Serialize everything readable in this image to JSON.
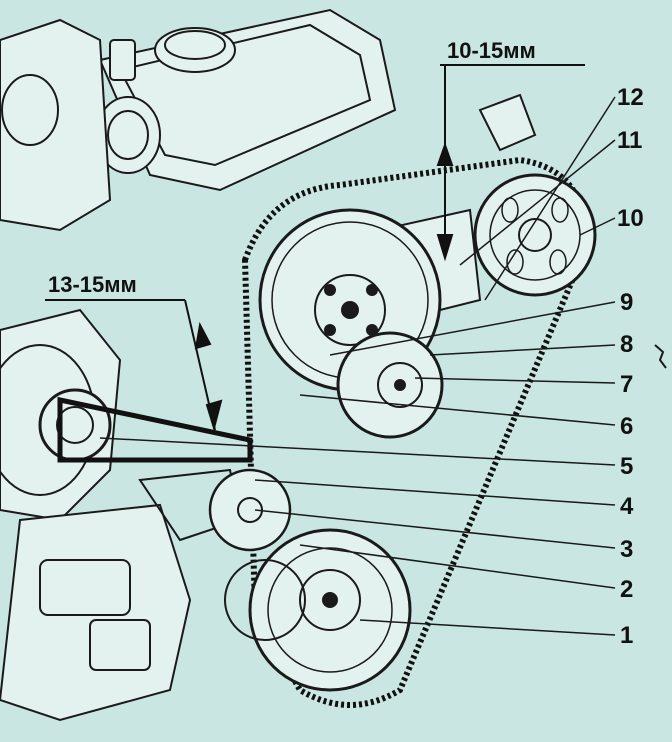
{
  "figure": {
    "dimensions": [
      "10-15мм",
      "13-15мм"
    ],
    "callouts": [
      "1",
      "2",
      "3",
      "4",
      "5",
      "6",
      "7",
      "8",
      "9",
      "10",
      "11",
      "12"
    ],
    "colors": {
      "background": "#c9e6e2",
      "ink": "#1a1a1a",
      "belt": "#111111",
      "paper": "#e3f2ef"
    }
  }
}
